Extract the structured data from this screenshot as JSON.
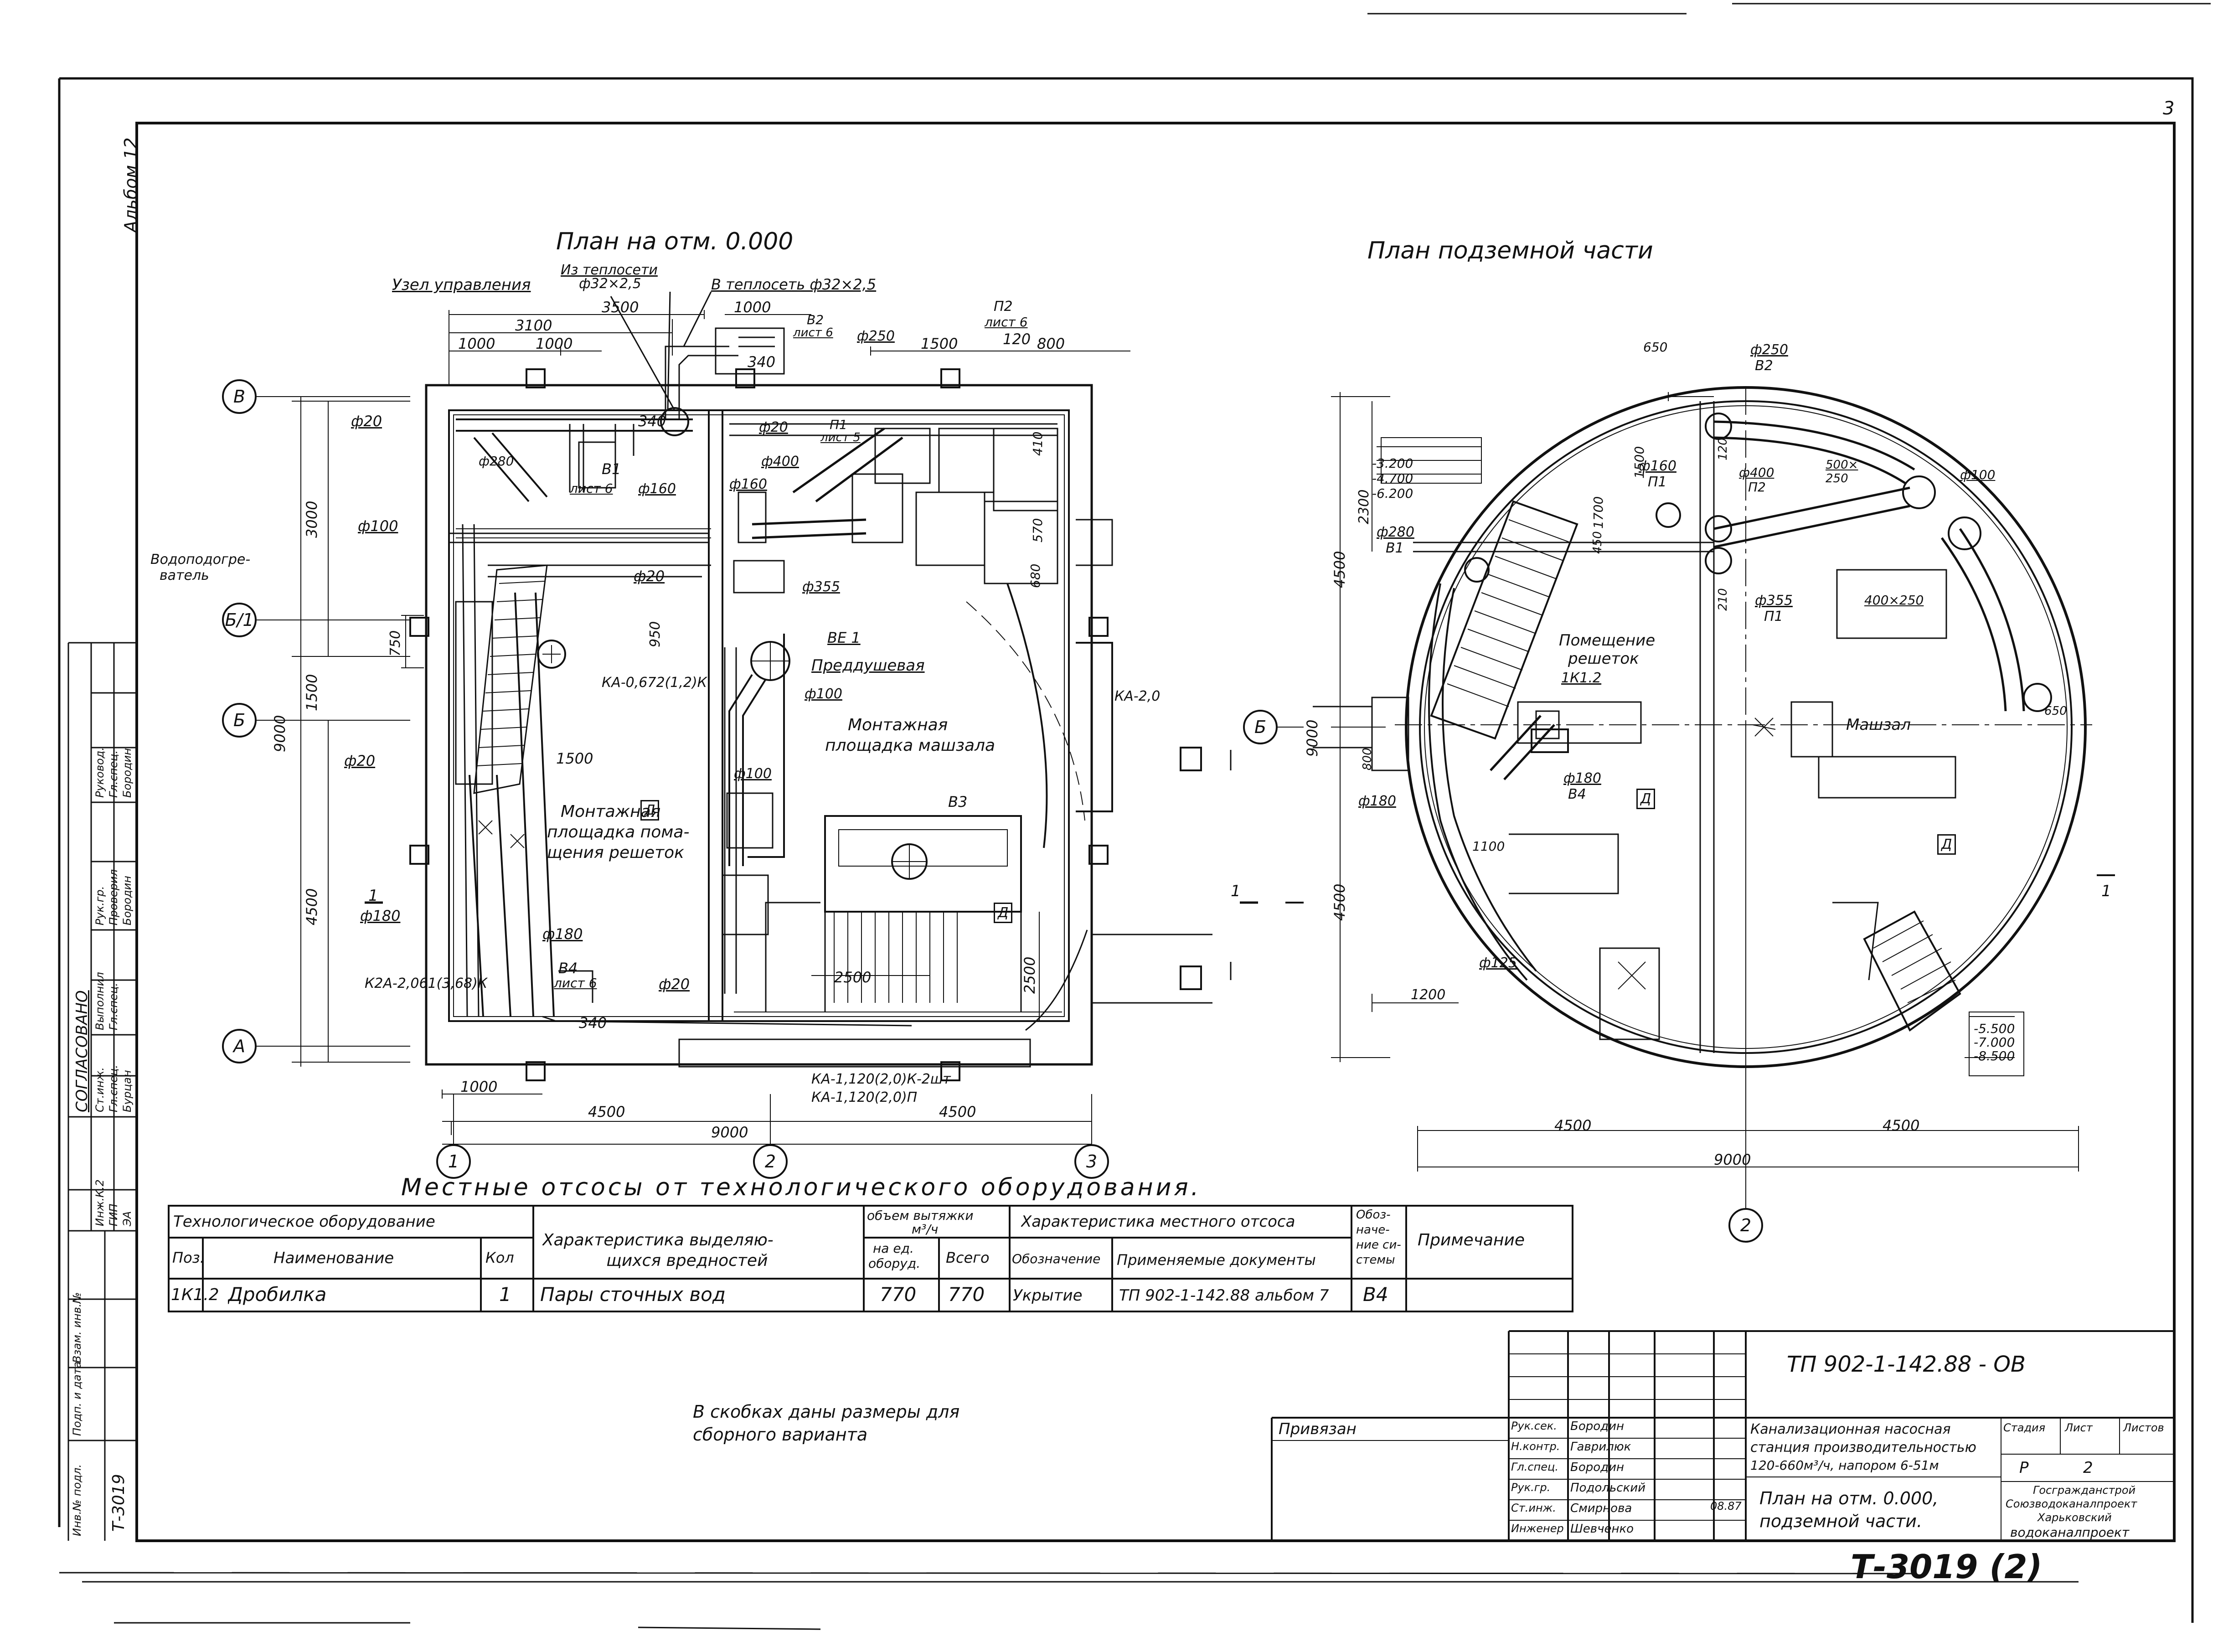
{
  "plans": {
    "ground_title": "План на отм. 0.000",
    "underground_title": "План подземной части"
  },
  "axes": {
    "a": "А",
    "b_half": "Б/1",
    "b": "Б",
    "v": "В",
    "n1": "1",
    "n2": "2",
    "n3": "3"
  },
  "ground_labels": {
    "uzel": "Узел управления",
    "iz_teploseti": "Из теплосети",
    "iz_teploseti_size": "ф32×2,5",
    "v_teploset": "В теплосеть ф32×2,5",
    "vodopodogrevatel_1": "Водоподогре-",
    "vodopodogrevatel_2": "ватель",
    "predd": "Преддушевая",
    "ve1": "ВЕ 1",
    "mont_mash_1": "Монтажная",
    "mont_mash_2": "площадка машзала",
    "mont_resh_1": "Монтажная",
    "mont_resh_2": "площадка пома-",
    "mont_resh_3": "щения решеток",
    "v1": "В1",
    "v1_list": "лист 6",
    "v3": "В3",
    "v4": "В4",
    "v4_list": "лист 6",
    "p1": "П1",
    "p1_list": "лист 5",
    "p2": "П2",
    "p2_list": "лист 6",
    "v2": "В2",
    "v2_list": "лист 6",
    "ka_0672": "КА-0,672(1,2)К",
    "k2a": "К2А-2,061(3,68)К",
    "ka_120_1": "КА-1,120(2,0)К-2шт",
    "ka_120_2": "КА-1,120(2,0)П",
    "ka_20": "КА-2,0",
    "d": "Д",
    "d20a": "ф20",
    "d20b": "ф20",
    "d20c": "ф20",
    "d20d": "ф20",
    "d20e": "ф20",
    "d100a": "ф100",
    "d100b": "ф100",
    "d100c": "ф100",
    "d160a": "ф160",
    "d160b": "ф160",
    "d180a": "ф180",
    "d180b": "ф180",
    "d250": "ф250",
    "d280": "ф280",
    "d355": "ф355",
    "d400": "ф400",
    "sec_1": "1",
    "sec_1b": "1"
  },
  "ground_dims": {
    "d3500": "3500",
    "d3100": "3100",
    "d1000a": "1000",
    "d1000b": "1000",
    "d1000c": "1000",
    "d1500a": "1500",
    "d1500b": "1500",
    "d1500c": "1500",
    "d120": "120",
    "d800": "800",
    "d340a": "340",
    "d340b": "340",
    "d340c": "340",
    "d410": "410",
    "d570": "570",
    "d680": "680",
    "d750": "750",
    "d950": "950",
    "d3000": "3000",
    "d9000v": "9000",
    "d4500v": "4500",
    "d2500a": "2500",
    "d2500b": "2500",
    "d1000bot": "1000",
    "d4500a": "4500",
    "d4500b": "4500",
    "d9000h": "9000"
  },
  "under_labels": {
    "pom_resh_1": "Помещение",
    "pom_resh_2": "решеток",
    "pos": "1К1.2",
    "mashzal": "Машзал",
    "d650a": "650",
    "d650b": "650",
    "d250": "ф250",
    "b2": "В2",
    "d100": "ф100",
    "d160": "ф160",
    "p1a": "П1",
    "d400": "ф400",
    "p2": "П2",
    "d500": "500×",
    "d500b": "250",
    "d280": "ф280",
    "b1": "В1",
    "d355": "ф355",
    "p1b": "П1",
    "d400x250": "400×250",
    "d180a": "ф180",
    "b4": "В4",
    "d180b": "ф180",
    "d125": "ф125",
    "d1100": "1100",
    "d1200": "1200",
    "d120": "120",
    "d210": "210",
    "d1700": "1700",
    "d1500": "1500",
    "d450": "450",
    "d800": "800",
    "e1": "-3.200",
    "e2": "-4.700",
    "e3": "-6.200",
    "e4": "-5.500",
    "e5": "-7.000",
    "e6": "-8.500",
    "d2300": "2300",
    "d4500a": "4500",
    "d4500b": "4500",
    "d9000v": "9000",
    "d4500c": "4500",
    "d4500d": "4500",
    "d9000h": "9000",
    "d": "Д",
    "d2": "Д",
    "sec": "1"
  },
  "otsos": {
    "title": "Местные отсосы от технологического оборудования.",
    "h_tech": "Технологическое оборудование",
    "h_pos": "Поз.",
    "h_name": "Наименование",
    "h_qty": "Кол",
    "h_char_1": "Характеристика выделяю-",
    "h_char_2": "щихся вредностей",
    "h_vol_1": "объем вытяжки",
    "h_vol_2": "м³/ч",
    "h_per_1": "на ед.",
    "h_per_2": "оборуд.",
    "h_total": "Всего",
    "h_local": "Характеристика местного отсоса",
    "h_designation": "Обозначение",
    "h_docs": "Применяемые документы",
    "h_code_1": "Обоз-",
    "h_code_2": "наче-",
    "h_code_3": "ние си-",
    "h_code_4": "стемы",
    "h_note": "Примечание",
    "rows": [
      {
        "pos": "1К1.2",
        "name": "Дробилка",
        "qty": "1",
        "char": "Пары сточных вод",
        "per": "770",
        "total": "770",
        "designation": "Укрытие",
        "docs": "ТП 902-1-142.88 альбом 7",
        "code": "В4",
        "note": ""
      }
    ]
  },
  "note": {
    "line1": "В скобках даны размеры для",
    "line2": "сборного варианта"
  },
  "stamp": {
    "code": "ТП 902-1-142.88 - ОВ",
    "privyazan": "Привязан",
    "roles": [
      "Рук.сек.",
      "Н.контр.",
      "Гл.спец.",
      "Рук.гр.",
      "Ст.инж.",
      "Инженер"
    ],
    "names": [
      "Бородин",
      "Гаврилюк",
      "Бородин",
      "Подольский",
      "Смирнова",
      "Шевченко"
    ],
    "date_last": "08.87",
    "project_1": "Канализационная насосная",
    "project_2": "станция производительностью",
    "project_3": "120-660м³/ч, напором 6-51м",
    "h_stage": "Стадия",
    "h_sheet": "Лист",
    "h_sheets": "Листов",
    "stage": "Р",
    "sheet": "2",
    "sheet_title_1": "План на отм. 0.000,",
    "sheet_title_2": "подземной части.",
    "org_1": "Госгражданстрой",
    "org_2": "Союзводоканалпроект",
    "org_3": "Харьковский",
    "org_4": "водоканалпроект"
  },
  "side_stamp": {
    "album": "Альбом 12",
    "soglasovano": "СОГЛАСОВАНО",
    "rows": [
      "Инж.К.2",
      "ГИП",
      "ЭА"
    ],
    "people": [
      "Руковод.",
      "Гл.спец.",
      "Рук.гр.",
      "Проверил",
      "Выполнил",
      "Гл.спец.",
      "Ст.инж.",
      "Гл.спец."
    ],
    "names": [
      "Бородин",
      "Бородин",
      "Бурцан"
    ],
    "inv": "Инв.№ подл.",
    "podp": "Подп. и дата",
    "vzam": "Взам. инв.№",
    "inv_no": "Т-3019"
  },
  "sheet_no": "3",
  "bottom_code": "Т-3019 (2)"
}
